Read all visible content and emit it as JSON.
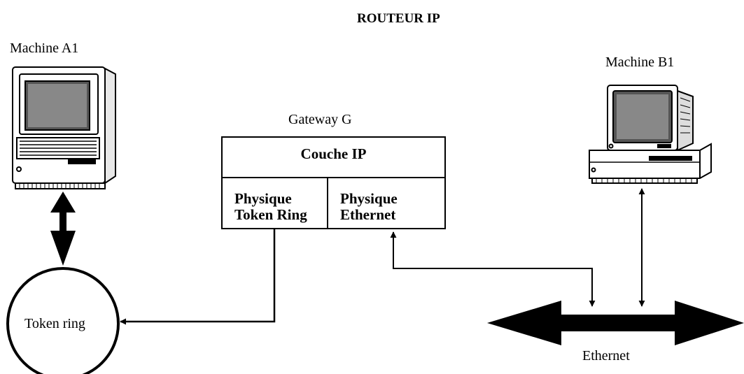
{
  "title": "ROUTEUR IP",
  "machine_a": {
    "label": "Machine A1"
  },
  "machine_b": {
    "label": "Machine B1"
  },
  "gateway": {
    "label": "Gateway G",
    "ip_layer": "Couche IP",
    "phys_left_line1": "Physique",
    "phys_left_line2": "Token Ring",
    "phys_right_line1": "Physique",
    "phys_right_line2": "Ethernet"
  },
  "token_ring": {
    "label": "Token ring"
  },
  "ethernet": {
    "label": "Ethernet"
  }
}
